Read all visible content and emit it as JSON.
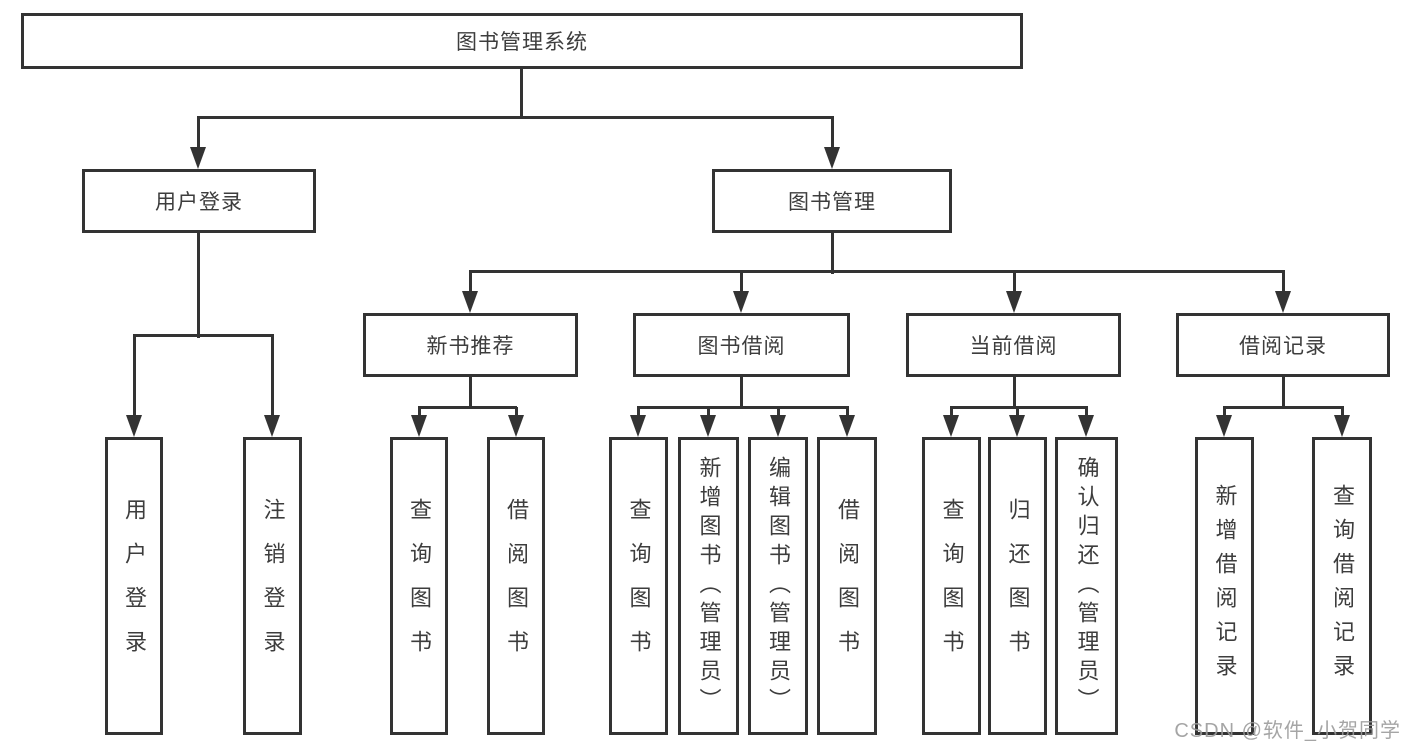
{
  "nodes": {
    "root": "图书管理系统",
    "user_login": "用户登录",
    "book_mgmt": "图书管理",
    "new_book_rec": "新书推荐",
    "book_borrow": "图书借阅",
    "current_borrow": "当前借阅",
    "borrow_record": "借阅记录"
  },
  "leaves": [
    "用户登录",
    "注销登录",
    "查询图书",
    "借阅图书",
    "查询图书",
    "新增图书（管理员）",
    "编辑图书（管理员）",
    "借阅图书",
    "查询图书",
    "归还图书",
    "确认归还（管理员）",
    "新增借阅记录",
    "查询借阅记录"
  ],
  "watermark": "CSDN @软件_小贺同学",
  "colors": {
    "line": "#333333",
    "text": "#3d3d3d",
    "watermark": "#9c9c9c",
    "background": "#ffffff"
  }
}
